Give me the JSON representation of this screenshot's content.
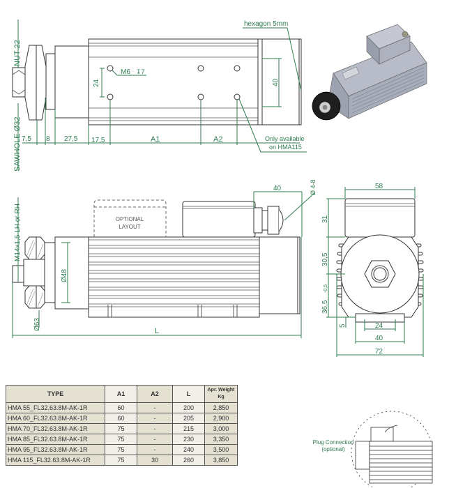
{
  "top_view": {
    "labels": {
      "nut": "NUT 22",
      "sawhole": "SAWHOLE Ø32",
      "thread": "M6",
      "depth": "↧7",
      "hexagon": "hexagon 5mm",
      "only_available_line1": "Only available",
      "only_available_line2": "on HMA115"
    },
    "dimensions": {
      "d1": "7,5",
      "d2": "8",
      "d3": "27,5",
      "d4": "17,5",
      "a1": "A1",
      "a2": "A2",
      "hole_spacing": "24",
      "height": "40"
    }
  },
  "side_view": {
    "labels": {
      "thread": "M14x1,5 LH or RH",
      "optional_line1": "OPTIONAL",
      "optional_line2": "LAYOUT",
      "cable": "Ø 4-8"
    },
    "dimensions": {
      "shaft_dia": "Ø48",
      "pulley_dia": "Ø63",
      "length": "L",
      "gland": "40"
    }
  },
  "front_view": {
    "dimensions": {
      "box_width": "58",
      "box_height": "31",
      "upper": "30,5",
      "lower": "36,5",
      "tolerance": "-0,5",
      "foot": "5",
      "holes": "24",
      "base": "40",
      "overall": "72"
    }
  },
  "plug": {
    "line1": "Plug Connection",
    "line2": "(optional)"
  },
  "table": {
    "headers": {
      "type": "TYPE",
      "a1": "A1",
      "a2": "A2",
      "l": "L",
      "weight_line1": "Apr. Weight",
      "weight_line2": "Kg"
    },
    "rows": [
      {
        "type": "HMA 55_FL32.63.8M-AK-1R",
        "a1": "60",
        "a2": "-",
        "l": "200",
        "kg": "2,850"
      },
      {
        "type": "HMA 60_FL32.63.8M-AK-1R",
        "a1": "60",
        "a2": "-",
        "l": "205",
        "kg": "2,900"
      },
      {
        "type": "HMA 70_FL32.63.8M-AK-1R",
        "a1": "75",
        "a2": "-",
        "l": "215",
        "kg": "3,000"
      },
      {
        "type": "HMA 85_FL32.63.8M-AK-1R",
        "a1": "75",
        "a2": "-",
        "l": "230",
        "kg": "3,350"
      },
      {
        "type": "HMA 95_FL32.63.8M-AK-1R",
        "a1": "75",
        "a2": "-",
        "l": "240",
        "kg": "3,500"
      },
      {
        "type": "HMA 115_FL32.63.8M-AK-1R",
        "a1": "75",
        "a2": "30",
        "l": "260",
        "kg": "3,850"
      }
    ]
  },
  "colors": {
    "dimension": "#2e7d4f",
    "header_bg": "#e4e0d2",
    "cell_light": "#f1efe8"
  }
}
